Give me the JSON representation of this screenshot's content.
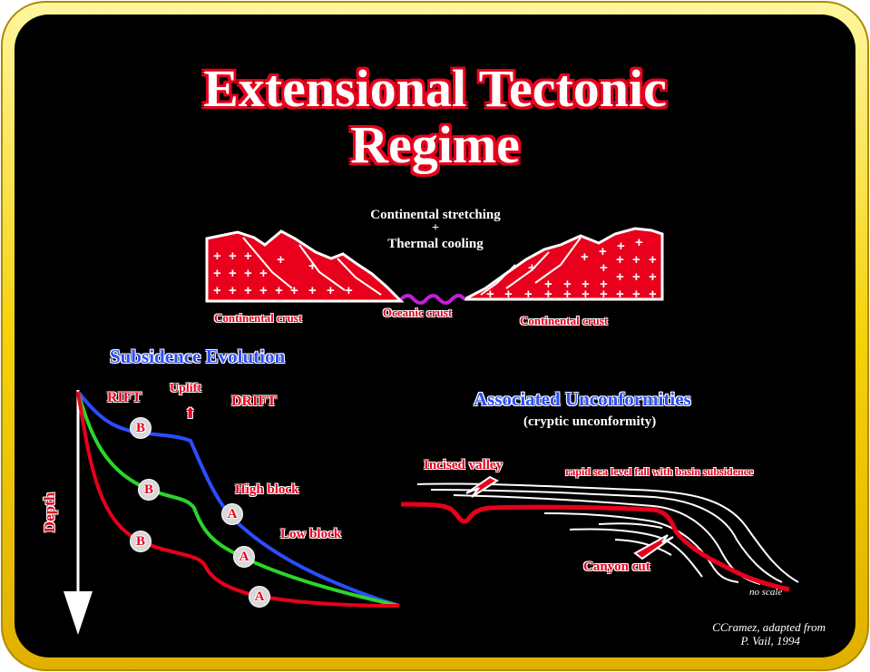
{
  "title": {
    "line1": "Extensional Tectonic",
    "line2": "Regime"
  },
  "crust_diagram": {
    "caption_line1": "Continental stretching",
    "caption_plus": "+",
    "caption_line2": "Thermal cooling",
    "left_label": "Continental crust",
    "center_label": "Oceanic crust",
    "right_label": "Continental crust"
  },
  "subsidence": {
    "heading": "Subsidence Evolution",
    "rift_label": "RIFT",
    "uplift_label": "Uplift",
    "uplift_arrow": "⬆",
    "drift_label": "DRIFT",
    "high_block_label": "High block",
    "low_block_label": "Low block",
    "depth_label": "Depth",
    "marker_b": "B",
    "marker_a": "A"
  },
  "unconformities": {
    "heading": "Associated Unconformities",
    "subheading": "(cryptic unconformity)",
    "incised_valley_label": "Incised valley",
    "sea_level_label": "rapid sea level fall  with basin subsidence",
    "canyon_label": "Canyon cut",
    "scale_label": "no scale"
  },
  "credit": {
    "line1": "CCramez, adapted from",
    "line2": "P. Vail, 1994"
  },
  "colors": {
    "frame_gold": "#f5d20a",
    "background": "#000000",
    "accent_red": "#e8001c",
    "curve_blue": "#2b4dff",
    "curve_green": "#2bd62b",
    "oceanic_purple": "#c21fd6"
  }
}
